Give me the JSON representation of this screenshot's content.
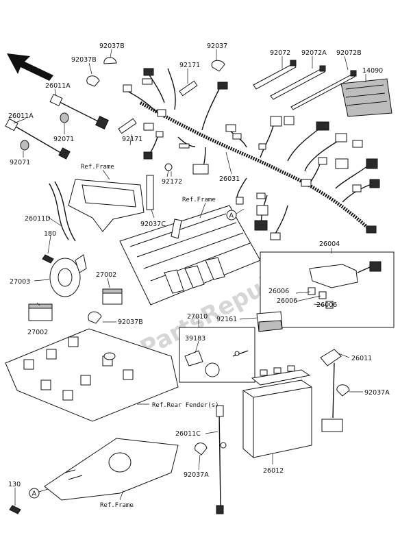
{
  "watermark": "PartsRepublik",
  "callouts": {
    "p92037B_a": "92037B",
    "p92037B_b": "92037B",
    "p92037": "92037",
    "p92171_a": "92171",
    "p92072": "92072",
    "p92072A": "92072A",
    "p92072B": "92072B",
    "p14090": "14090",
    "p26011A_a": "26011A",
    "p26011A_b": "26011A",
    "p92071_a": "92071",
    "p92071_b": "92071",
    "p92171_b": "92171",
    "p92172": "92172",
    "p26031": "26031",
    "p26011D": "26011D",
    "p92037C": "92037C",
    "p180": "180",
    "p26004": "26004",
    "p27003": "27003",
    "p27002_a": "27002",
    "p26006_a": "26006",
    "p26006_b": "26006",
    "p26006_c": "26006",
    "p27002_b": "27002",
    "p92037B_c": "92037B",
    "p27010": "27010",
    "p92161": "92161",
    "p39183": "39183",
    "p26011": "26011",
    "p92037A_a": "92037A",
    "p26011C": "26011C",
    "p26012": "26012",
    "p92037A_b": "92037A",
    "p130": "130"
  },
  "refs": {
    "frame_a": "Ref.Frame",
    "frame_b": "Ref.Frame",
    "rear_fender": "Ref.Rear Fender(s)",
    "frame_c": "Ref.Frame"
  },
  "markers": {
    "marker_a": "A",
    "marker_b": "A"
  }
}
